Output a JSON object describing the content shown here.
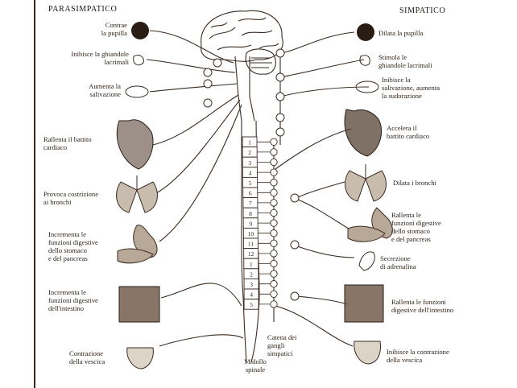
{
  "headers": {
    "left": "PARASIMPATICO",
    "right": "SIMPATICO"
  },
  "center": {
    "chain": "Catena dei\ngangli\nsimpatici",
    "cord": "Midollo\nspinale"
  },
  "left": [
    {
      "label": "Contrae\nla pupilla"
    },
    {
      "label": "Inibisce la ghiandole\nlacrimali"
    },
    {
      "label": "Aumenta la\nsalivazione"
    },
    {
      "label": "Rallenta il battito\ncardiaco"
    },
    {
      "label": "Provoca costrizione\nai bronchi"
    },
    {
      "label": "Incrementa le\nfunzioni digestive\ndello stomaco\ne del pancreas"
    },
    {
      "label": "Incrementa le\nfunzioni digestive\ndell'intestino"
    },
    {
      "label": "Contrazione\ndella vescica"
    }
  ],
  "right": [
    {
      "label": "Dilata la pupilla"
    },
    {
      "label": "Stimola le\nghiandole lacrimali"
    },
    {
      "label": "Inibisce la\nsalivazione, aumenta\nla sudorazione"
    },
    {
      "label": "Accelera il\nbattito cardiaco"
    },
    {
      "label": "Dilata i bronchi"
    },
    {
      "label": "Rallenta le\nfunzioni digestive\ndello stomaco\ne del pancreas"
    },
    {
      "label": "Secrezione\ndi adrenalina"
    },
    {
      "label": "Rallenta le funzioni\ndigestive dell'intestino"
    },
    {
      "label": "Inibisce la contrazione\ndella vescica"
    }
  ],
  "segments": [
    "1",
    "2",
    "3",
    "4",
    "5",
    "6",
    "7",
    "8",
    "9",
    "10",
    "11",
    "12",
    "1",
    "2",
    "3",
    "4",
    "5"
  ]
}
